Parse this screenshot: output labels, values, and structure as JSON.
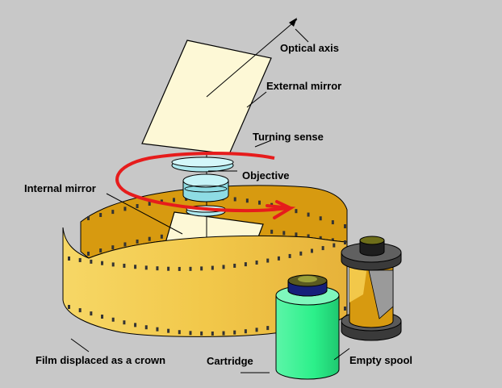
{
  "labels": {
    "optical_axis": "Optical axis",
    "external_mirror": "External mirror",
    "turning_sense": "Turning sense",
    "objective": "Objective",
    "internal_mirror": "Internal mirror",
    "film": "Film displaced as a crown",
    "cartridge": "Cartridge",
    "empty_spool": "Empty spool"
  },
  "colors": {
    "background": "#c8c8c8",
    "film": "#f2c84a",
    "film_shade": "#d79a10",
    "mirror": "#fdf8d6",
    "arrow": "#e61c1c",
    "lens": "#aee9ef",
    "cartridge": "#2cf08a",
    "cartridge_cap": "#16207a",
    "spool_flange": "#555555",
    "spool_cap": "#6e6e1a"
  },
  "icons": [
    "rotation-arrow-icon",
    "optical-axis-arrow-icon"
  ]
}
